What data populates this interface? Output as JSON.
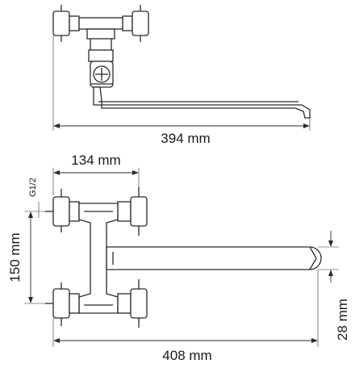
{
  "dimensions": {
    "top_width": "394 mm",
    "front_width": "134 mm",
    "thread": "G1/2",
    "center_distance": "150 mm",
    "spout_offset": "28 mm",
    "overall_length": "408 mm"
  }
}
